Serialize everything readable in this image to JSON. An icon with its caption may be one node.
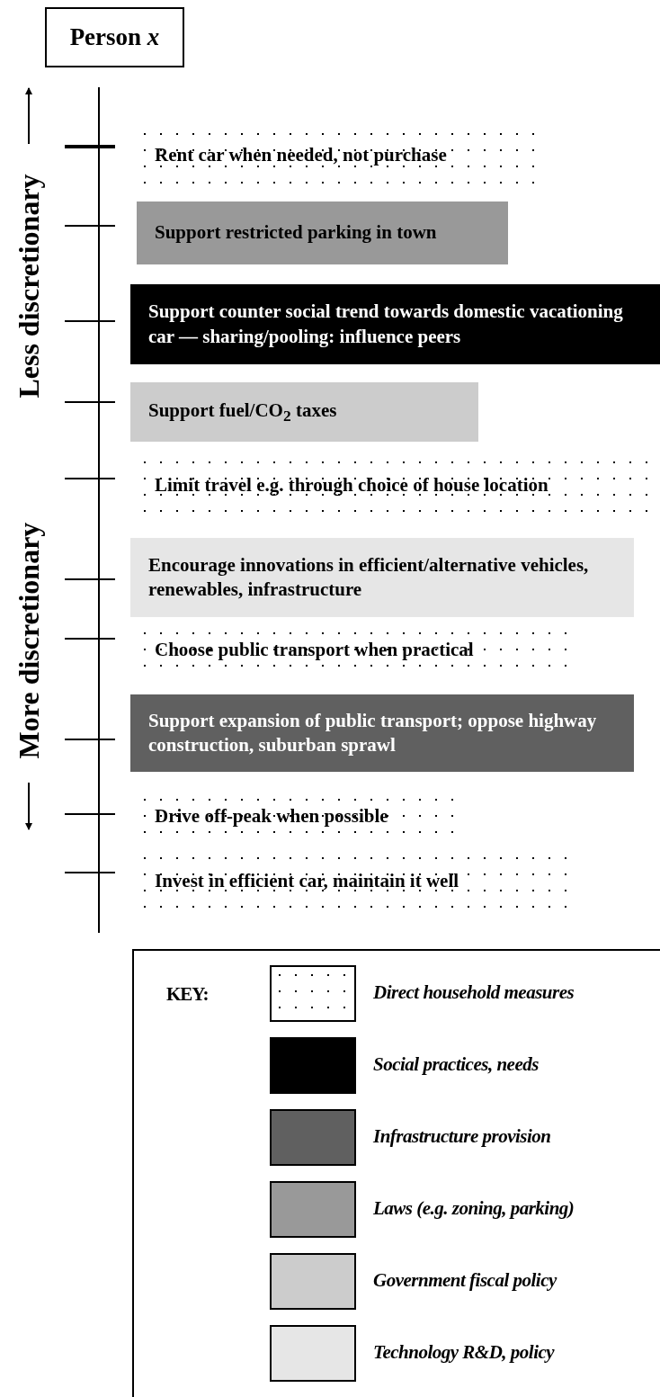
{
  "diagram": {
    "nodes": [
      {
        "text": [
          "Person *x*"
        ]
      },
      {
        "text": [
          "Rent car when needed, not purchase"
        ]
      },
      {
        "text": [
          "Support restricted parking in town"
        ]
      },
      {
        "text": [
          "Support counter social trend towards domestic vacationing car — sharing/pooling: influence peers"
        ]
      },
      {
        "text": [
          "Support fuel/CO$_{2}$ taxes"
        ]
      },
      {
        "text": [
          "Limit travel e.g. through choice of house location"
        ]
      },
      {
        "text": [
          "Encourage innovations in efficient/alternative vehicles, renewables, infrastructure"
        ]
      },
      {
        "text": [
          "Choose public transport when practical"
        ]
      },
      {
        "text": [
          "Support expansion of public transport; oppose highway construction, suburban sprawl"
        ]
      },
      {
        "text": [
          "Drive off-peak when possible"
        ]
      },
      {
        "text": [
          "Invest in efficient car, maintain it well"
        ]
      }
    ],
    "labels": [
      "Less discretionary",
      "More discretionary",
      "KEY:"
    ],
    "legend": [
      {
        "text": "Direct household measures"
      },
      {
        "text": "Social practices, needs",
        "color": "#000000"
      },
      {
        "text": "Infrastructure provision",
        "color": "#606060"
      },
      {
        "text": "Laws (e.g. zoning, parking)",
        "color": "#999999"
      },
      {
        "text": "Government fiscal policy",
        "color": "#cccccc"
      },
      {
        "text": "Technology R&D, policy",
        "color": "#e6e6e6"
      }
    ]
  }
}
